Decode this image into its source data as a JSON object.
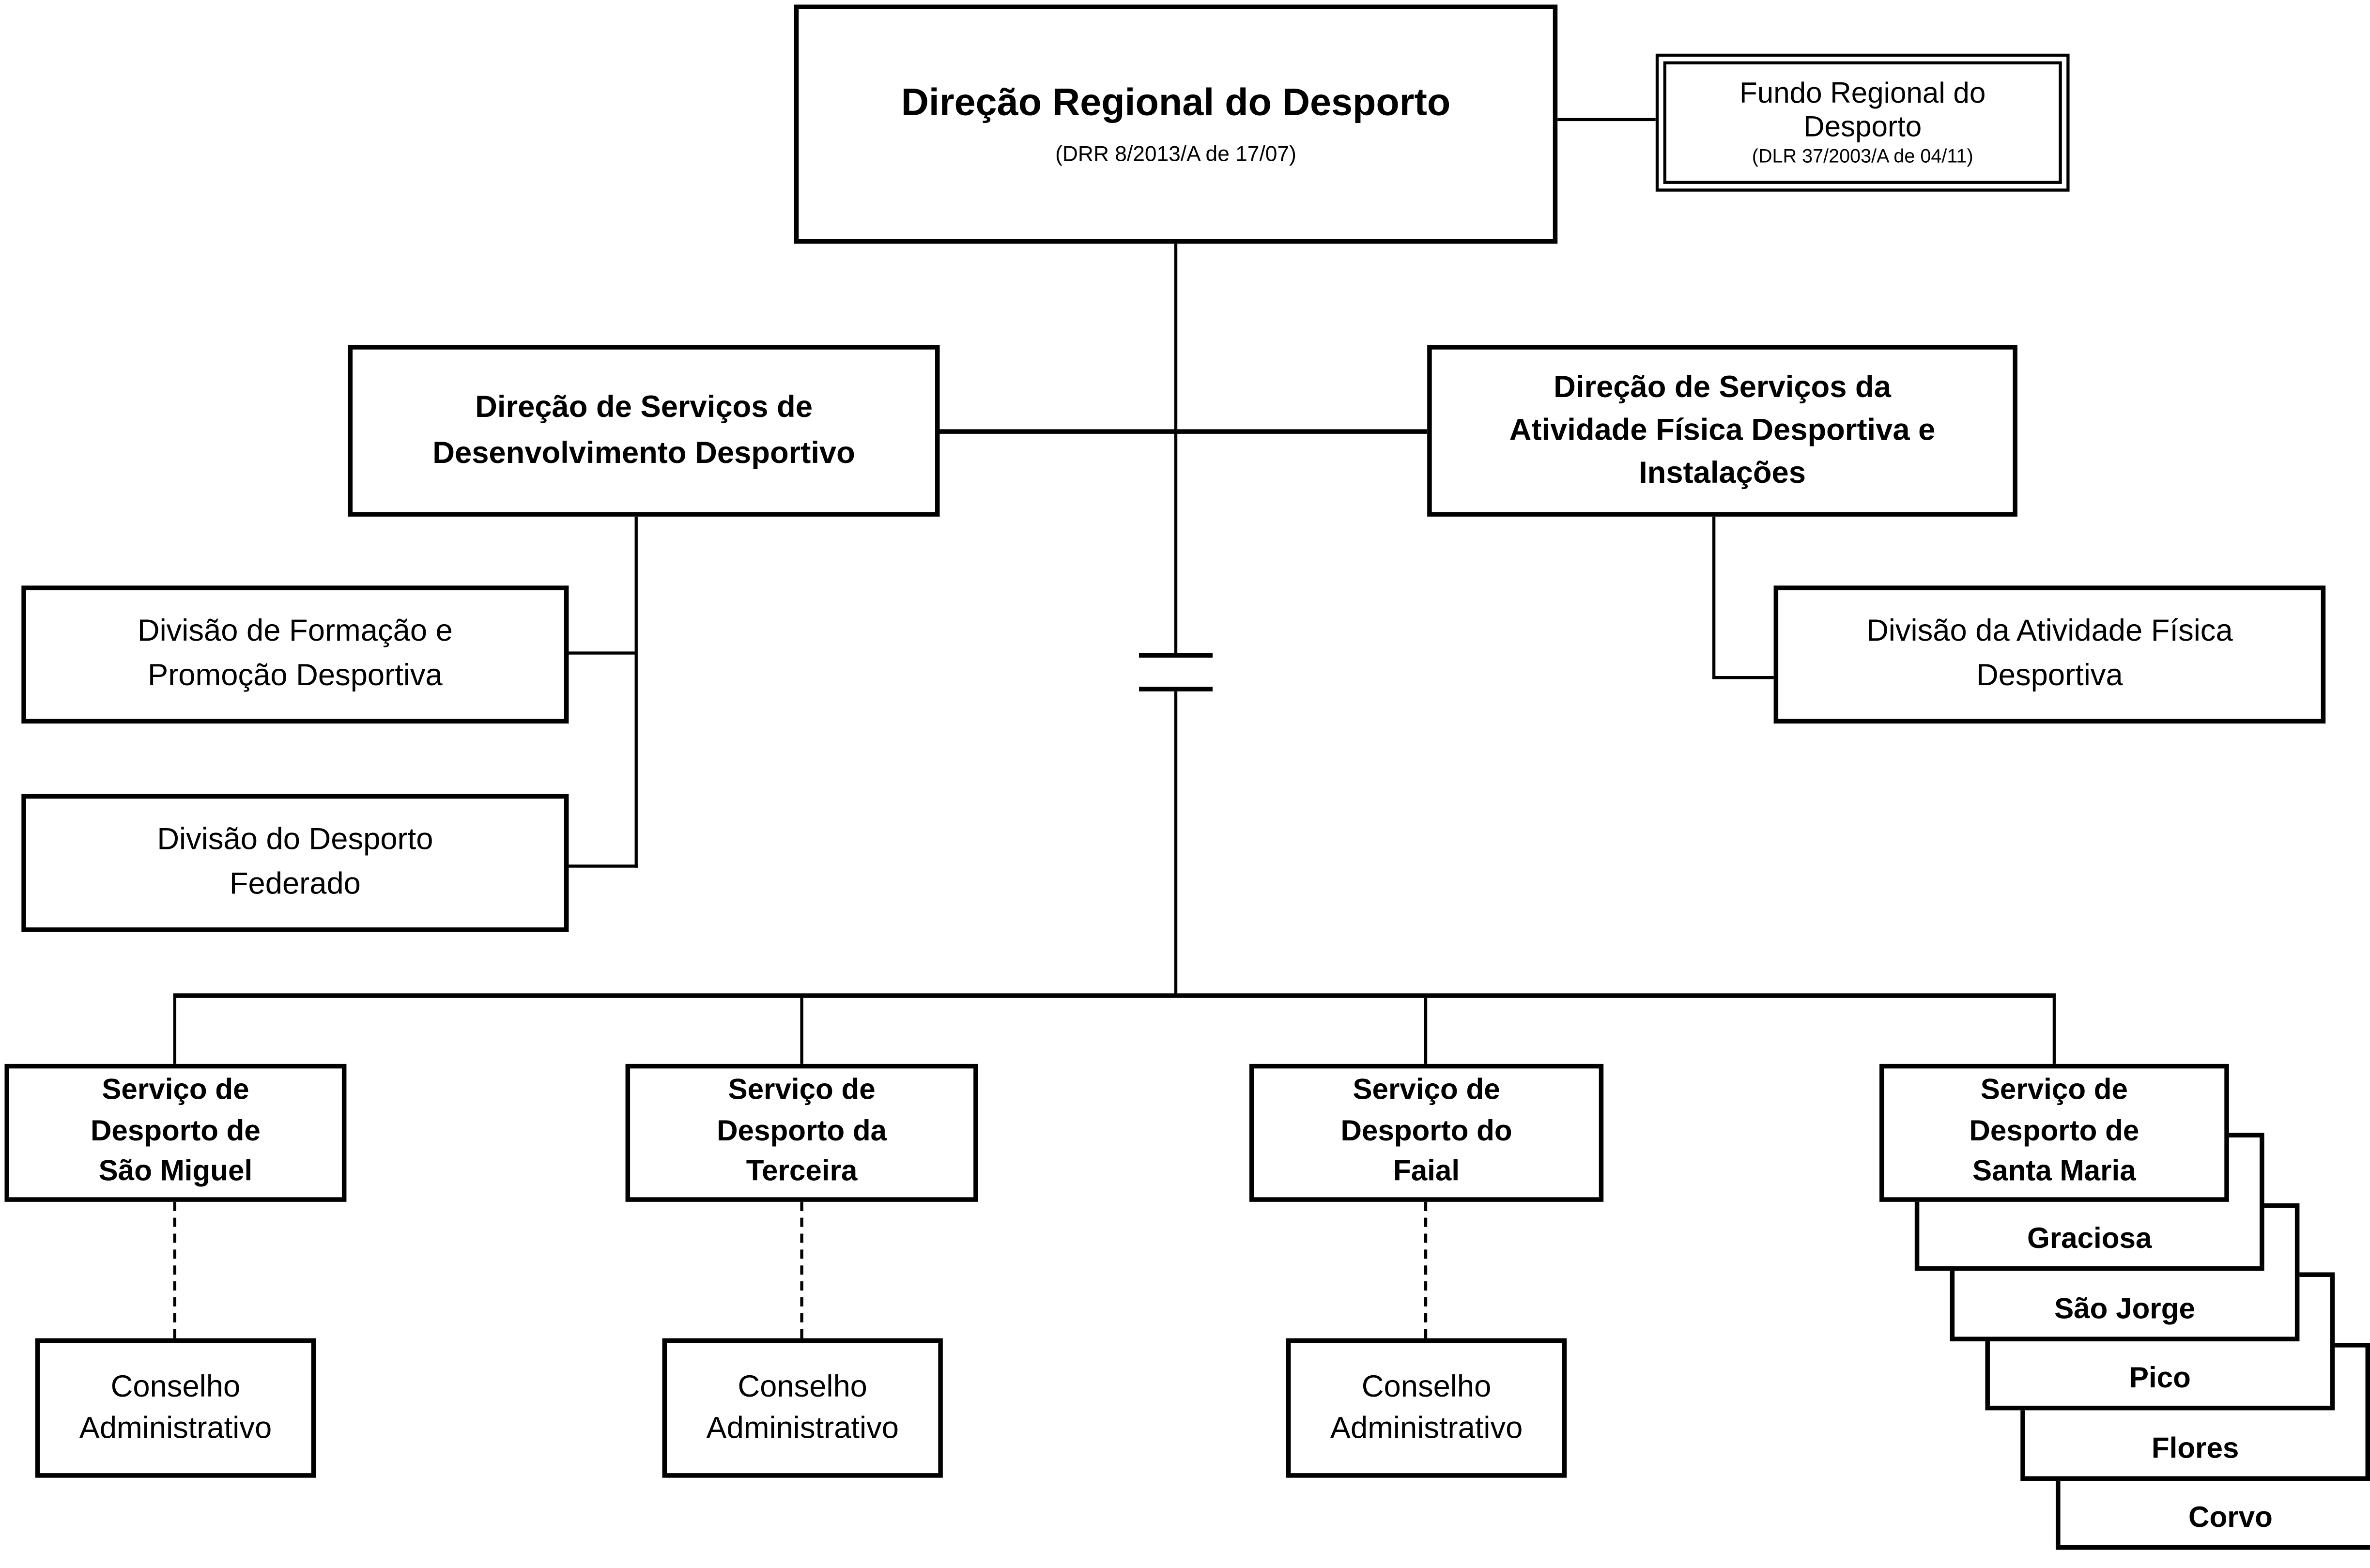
{
  "chart": {
    "root": {
      "label": "Direção Regional do Desporto",
      "subtitle": "(DRR 8/2013/A de 17/07)"
    },
    "fundo": {
      "label": [
        "Fundo Regional do",
        "Desporto"
      ],
      "subtitle": "(DLR 37/2003/A de 04/11)"
    },
    "ds_desenvolvimento": {
      "label": [
        "Direção de Serviços de",
        "Desenvolvimento Desportivo"
      ]
    },
    "ds_atividade": {
      "label": [
        "Direção de Serviços da",
        "Atividade Física Desportiva e",
        "Instalações"
      ]
    },
    "div_formacao": {
      "label": [
        "Divisão de Formação e",
        "Promoção Desportiva"
      ]
    },
    "div_federado": {
      "label": [
        "Divisão do Desporto",
        "Federado"
      ]
    },
    "div_atividade_fisica": {
      "label": [
        "Divisão da Atividade Física",
        "Desportiva"
      ]
    },
    "servicos": [
      {
        "label": [
          "Serviço de",
          "Desporto de",
          "São Miguel"
        ]
      },
      {
        "label": [
          "Serviço de",
          "Desporto da",
          "Terceira"
        ]
      },
      {
        "label": [
          "Serviço de",
          "Desporto do",
          "Faial"
        ]
      },
      {
        "label": [
          "Serviço de",
          "Desporto de",
          "Santa Maria"
        ]
      }
    ],
    "conselho_label": [
      "Conselho",
      "Administrativo"
    ],
    "ilhas": [
      "Graciosa",
      "São Jorge",
      "Pico",
      "Flores",
      "Corvo"
    ]
  },
  "colors": {
    "line": "#000000",
    "text": "#000000",
    "background": "#ffffff",
    "box_background": "#ffffff"
  }
}
